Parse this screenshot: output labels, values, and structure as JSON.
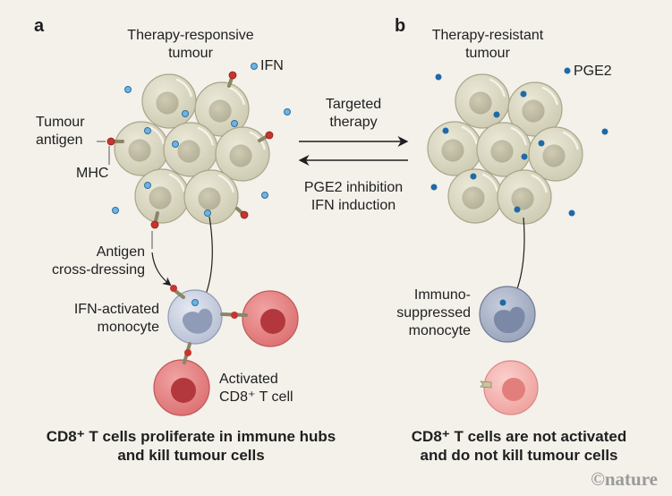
{
  "panels": {
    "a": {
      "letter": "a",
      "title_line1": "Therapy-responsive",
      "title_line2": "tumour",
      "legend_ifn": "IFN",
      "tumour_antigen_line1": "Tumour",
      "tumour_antigen_line2": "antigen",
      "mhc": "MHC",
      "cross_dressing_line1": "Antigen",
      "cross_dressing_line2": "cross-dressing",
      "monocyte_line1": "IFN-activated",
      "monocyte_line2": "monocyte",
      "tcell_line1": "Activated",
      "tcell_line2": "CD8⁺ T cell",
      "caption_line1": "CD8⁺ T cells proliferate in immune hubs",
      "caption_line2": "and kill tumour cells"
    },
    "b": {
      "letter": "b",
      "title_line1": "Therapy-resistant",
      "title_line2": "tumour",
      "legend_pge2": "PGE2",
      "monocyte_line1": "Immuno-",
      "monocyte_line2": "suppressed",
      "monocyte_line3": "monocyte",
      "caption_line1": "CD8⁺ T cells are not activated",
      "caption_line2": "and do not kill tumour cells"
    }
  },
  "transitions": {
    "forward_line1": "Targeted",
    "forward_line2": "therapy",
    "backward_line1": "PGE2 inhibition",
    "backward_line2": "IFN induction"
  },
  "credit": "©nature",
  "colors": {
    "background": "#f3f1ea",
    "tumour_cell": "#d6d3be",
    "tumour_nucleus": "#bdb9a0",
    "ifn_dot": "#6cb4e8",
    "pge2_dot": "#1e6aa8",
    "antigen": "#c8342e",
    "mhc_stalk": "#8a8666",
    "monocyte_active": "#c7cfdf",
    "monocyte_suppressed": "#a9b3c6",
    "tcell_active": "#e07f80",
    "tcell_inactive": "#f0a9a6"
  }
}
